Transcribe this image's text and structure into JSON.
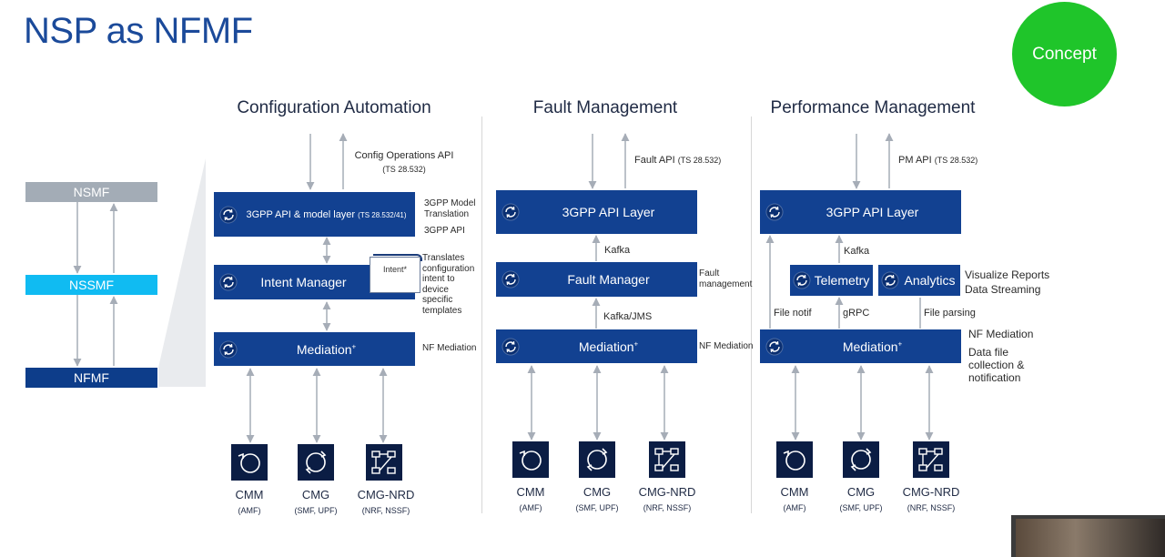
{
  "page_title": "NSP as NFMF",
  "badge": "Concept",
  "hierarchy": {
    "nsmf": "NSMF",
    "nssmf": "NSSMF",
    "nfmf": "NFMF"
  },
  "config": {
    "title": "Configuration Automation",
    "api": "Config Operations API",
    "api_spec": "(TS 28.532)",
    "layer_label": "3GPP API & model layer",
    "layer_spec": "(TS 28.532/41)",
    "side_model_1": "3GPP Model",
    "side_model_2": "Translation",
    "side_api": "3GPP API",
    "intent_manager": "Intent Manager",
    "intent_card": "Intent*",
    "side_intent": [
      "Translates",
      "configuration",
      "intent to",
      "device",
      "specific",
      "templates"
    ],
    "mediation": "Mediation",
    "mediation_mark": "+",
    "side_mediation": "NF Mediation"
  },
  "fault": {
    "title": "Fault Management",
    "api": "Fault  API",
    "api_spec": "(TS 28.532)",
    "layer_label": "3GPP API Layer",
    "conn_1": "Kafka",
    "manager": "Fault Manager",
    "side_manager": [
      "Fault",
      "management"
    ],
    "conn_2": "Kafka/JMS",
    "mediation": "Mediation",
    "mediation_mark": "+",
    "side_mediation": "NF Mediation"
  },
  "perf": {
    "title": "Performance Management",
    "api": "PM API",
    "api_spec": "(TS 28.532)",
    "layer_label": "3GPP API Layer",
    "conn_kafka": "Kafka",
    "telemetry": "Telemetry",
    "analytics": "Analytics",
    "side_analytics": [
      "Visualize Reports",
      "Data Streaming"
    ],
    "conn_file_notif": "File notif",
    "conn_grpc": "gRPC",
    "conn_file_parsing": "File parsing",
    "mediation": "Mediation",
    "mediation_mark": "+",
    "side_mediation": "NF Mediation",
    "side_data": [
      "Data file",
      "collection &",
      "notification"
    ]
  },
  "devices": [
    {
      "name": "CMM",
      "sub": "(AMF)",
      "icon": "loop-arrow-icon"
    },
    {
      "name": "CMG",
      "sub": "(SMF, UPF)",
      "icon": "sync-arrows-icon"
    },
    {
      "name": "CMG-NRD",
      "sub": "(NRF, NSSF)",
      "icon": "network-nodes-icon"
    }
  ],
  "colors": {
    "title_blue": "#1b4a9a",
    "box_blue": "#124191",
    "nsmf_grey": "#a3acb6",
    "nssmf_cyan": "#10bbf2",
    "nfmf_navy": "#0d3d8a",
    "concept_green": "#1fc52a",
    "device_navy": "#0b1d44",
    "arrow_grey": "#9aa3af"
  }
}
